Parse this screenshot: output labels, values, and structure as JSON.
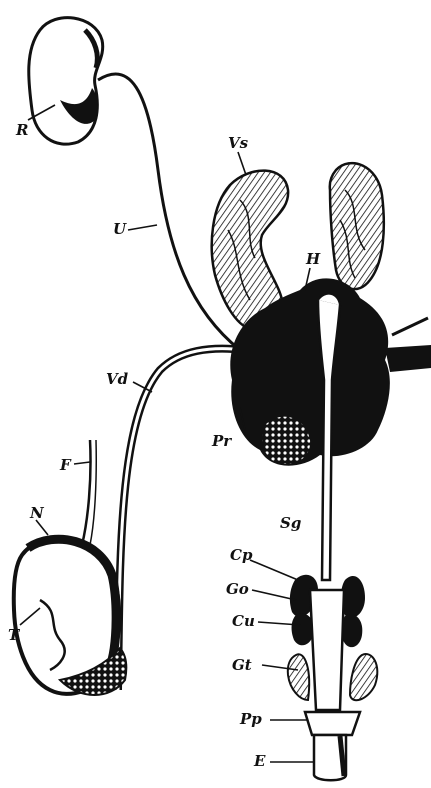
{
  "labels": {
    "R": "R",
    "U": "U",
    "Vs": "Vs",
    "H": "H",
    "Vd": "Vd",
    "Pr": "Pr",
    "F": "F",
    "N": "N",
    "T": "T",
    "Sg": "Sg",
    "Cp": "Cp",
    "Go": "Go",
    "Cu": "Cu",
    "Gt": "Gt",
    "Pp": "Pp",
    "E": "E"
  },
  "colors": {
    "ink": "#111111",
    "paper": "#ffffff"
  }
}
